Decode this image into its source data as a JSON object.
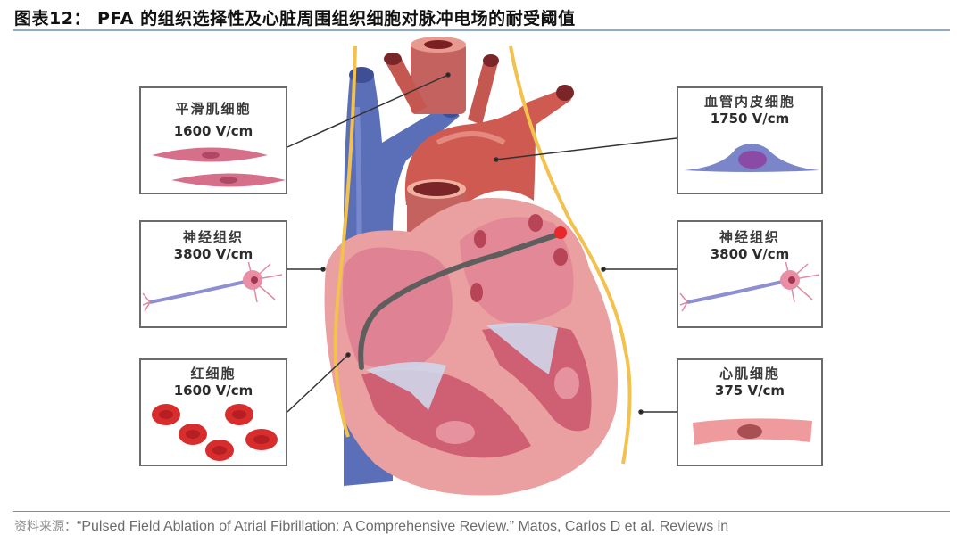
{
  "figure": {
    "title": "图表12： PFA 的组织选择性及心脏周围组织细胞对脉冲电场的耐受阈值",
    "source_label": "资料来源：",
    "source_text": "“Pulsed Field Ablation of Atrial Fibrillation: A Comprehensive Review.” Matos, Carlos D et al. Reviews in"
  },
  "callouts": {
    "left": [
      {
        "name": "平滑肌细胞",
        "value": "1600 V/cm",
        "icon": "smooth-muscle-cell"
      },
      {
        "name": "神经组织",
        "value": "3800 V/cm",
        "icon": "neuron"
      },
      {
        "name": "红细胞",
        "value": "1600 V/cm",
        "icon": "red-blood-cells"
      }
    ],
    "right": [
      {
        "name": "血管内皮细胞",
        "value": "1750 V/cm",
        "icon": "endothelial-cell"
      },
      {
        "name": "神经组织",
        "value": "3800 V/cm",
        "icon": "neuron"
      },
      {
        "name": "心肌细胞",
        "value": "375 V/cm",
        "icon": "cardiomyocyte"
      }
    ]
  },
  "colors": {
    "title_rule": "#8fa9cf",
    "box_border": "#6b6b6b",
    "vein_blue": "#5a6fb8",
    "artery_red": "#c9504a",
    "myocardium": "#eaa0a0",
    "chamber": "#d9687e",
    "nerve_yellow": "#f2c14e",
    "catheter": "#5e5e5e",
    "ablation_tip": "#e8282b"
  }
}
